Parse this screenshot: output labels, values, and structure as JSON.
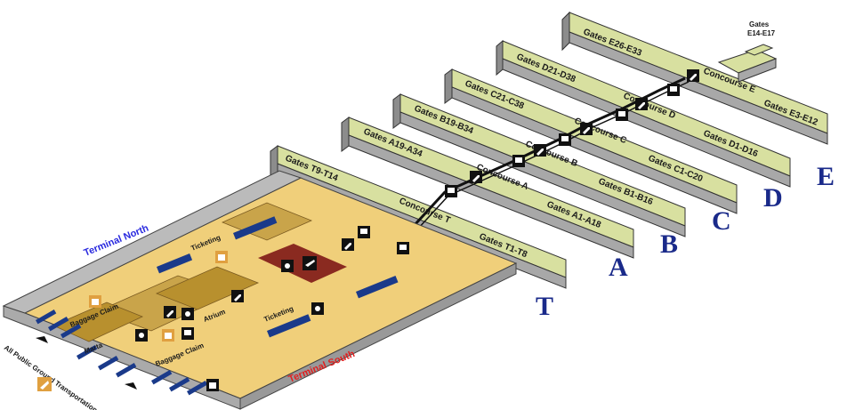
{
  "concourses": {
    "E": {
      "left_gates": "Gates E26-E33",
      "right_gates": "Gates E3-E12",
      "name": "Concourse E",
      "letter": "E",
      "extra_gates": "Gates\nE14-E17"
    },
    "D": {
      "left_gates": "Gates D21-D38",
      "right_gates": "Gates D1-D16",
      "name": "Concourse D",
      "letter": "D"
    },
    "C": {
      "left_gates": "Gates C21-C38",
      "right_gates": "Gates C1-C20",
      "name": "Concourse C",
      "letter": "C"
    },
    "B": {
      "left_gates": "Gates B19-B34",
      "right_gates": "Gates B1-B16",
      "name": "Concourse B",
      "letter": "B"
    },
    "A": {
      "left_gates": "Gates A19-A34",
      "right_gates": "Gates A1-A18",
      "name": "Concourse A",
      "letter": "A"
    },
    "T": {
      "left_gates": "Gates T9-T14",
      "right_gates": "Gates T1-T8",
      "name": "Concourse T",
      "letter": "T"
    }
  },
  "terminal": {
    "north_label": "Terminal North",
    "south_label": "Terminal South",
    "ticketing_north": "Ticketing",
    "ticketing_south": "Ticketing",
    "baggage_north": "Baggage Claim",
    "baggage_south": "Baggage Claim",
    "atrium": "Atrium",
    "marta": "Marta",
    "ground_transport": "All Public Ground Transportation"
  },
  "icons": [
    "train-icon",
    "escalator-icon",
    "restroom-icon",
    "airplane-icon",
    "baggage-icon",
    "ground-transport-icon"
  ],
  "colors": {
    "concourse_top": "#d8e0a0",
    "terminal_floor": "#f0cf7a",
    "letter": "#1a2a8a",
    "north": "#2a2adf",
    "south": "#e02020"
  }
}
